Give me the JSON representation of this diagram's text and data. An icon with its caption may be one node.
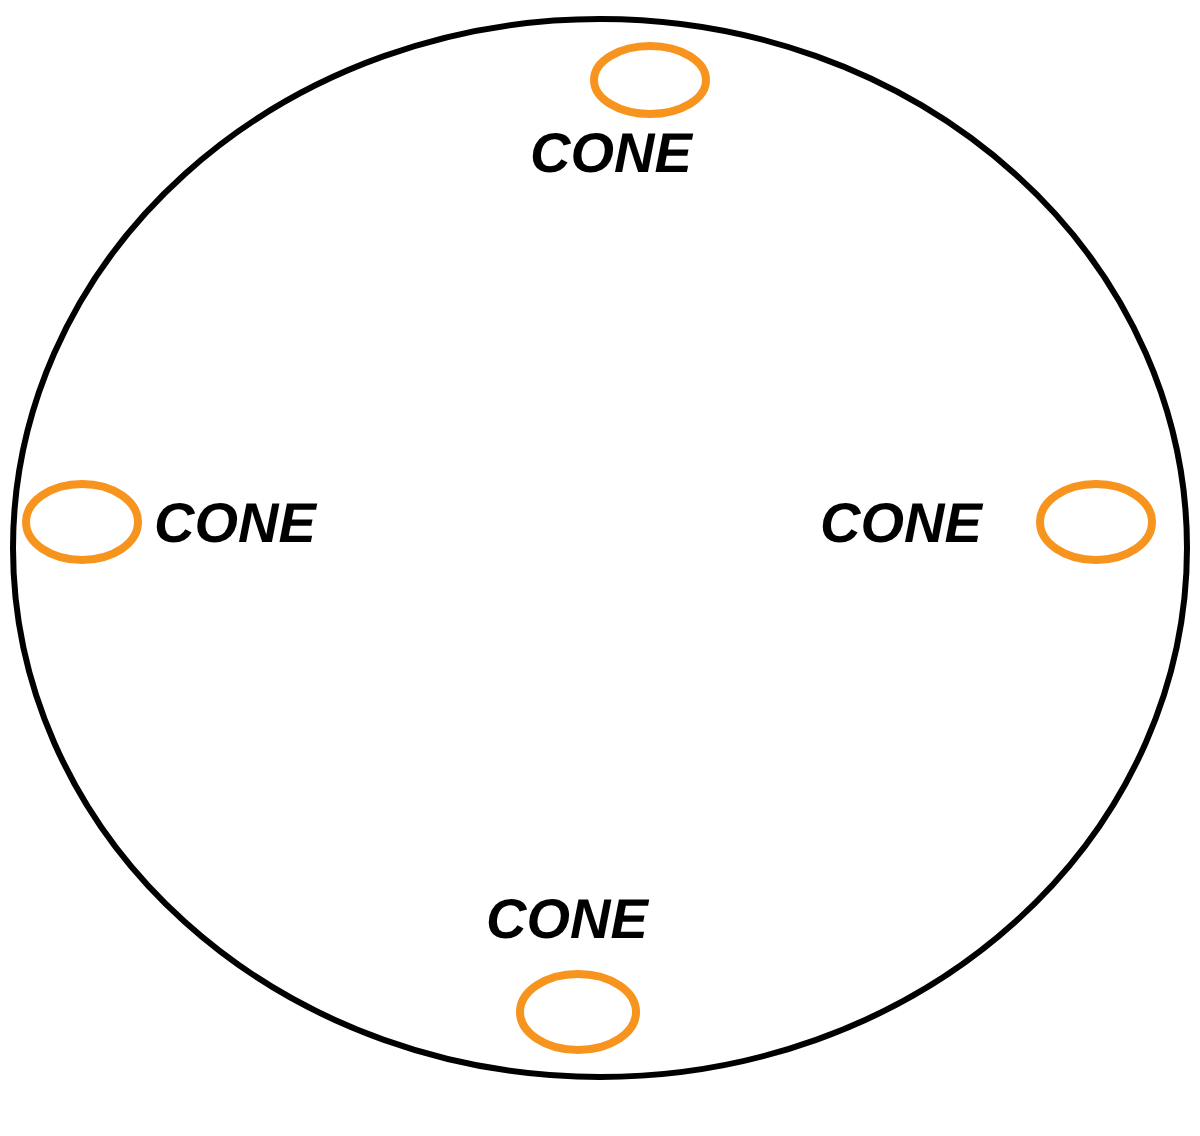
{
  "diagram": {
    "nodes": [
      {
        "text": [],
        "shape": "circle"
      },
      {
        "text": [
          "CONE"
        ],
        "in": 0
      },
      {
        "text": [
          "CONE"
        ],
        "in": 0
      },
      {
        "text": [
          "CONE"
        ],
        "in": 0
      },
      {
        "text": [
          "CONE"
        ],
        "in": 0
      }
    ]
  }
}
